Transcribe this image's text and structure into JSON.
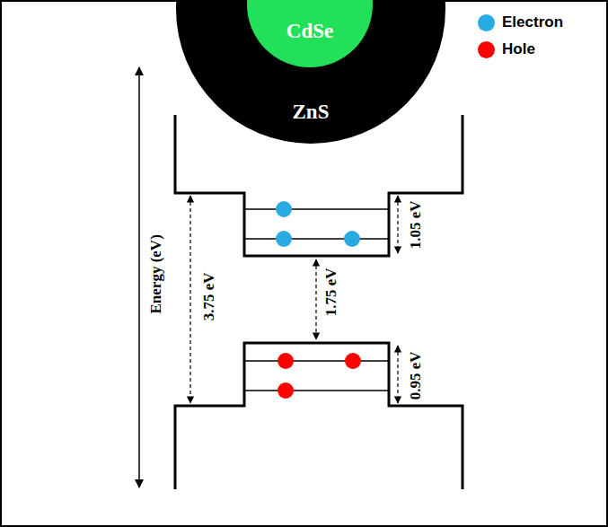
{
  "diagram": {
    "nodes": [
      {
        "text": [
          "ZnS"
        ]
      },
      {
        "text": [
          "CdSe"
        ],
        "in": 0
      }
    ],
    "labels": [
      "Energy (eV)",
      "3.75 eV",
      "1.75 eV",
      "1.05 eV",
      "0.95 eV"
    ],
    "legend": [
      {
        "text": "Electron",
        "color": "#29abe2"
      },
      {
        "text": "Hole",
        "color": "#ff0000"
      }
    ]
  }
}
